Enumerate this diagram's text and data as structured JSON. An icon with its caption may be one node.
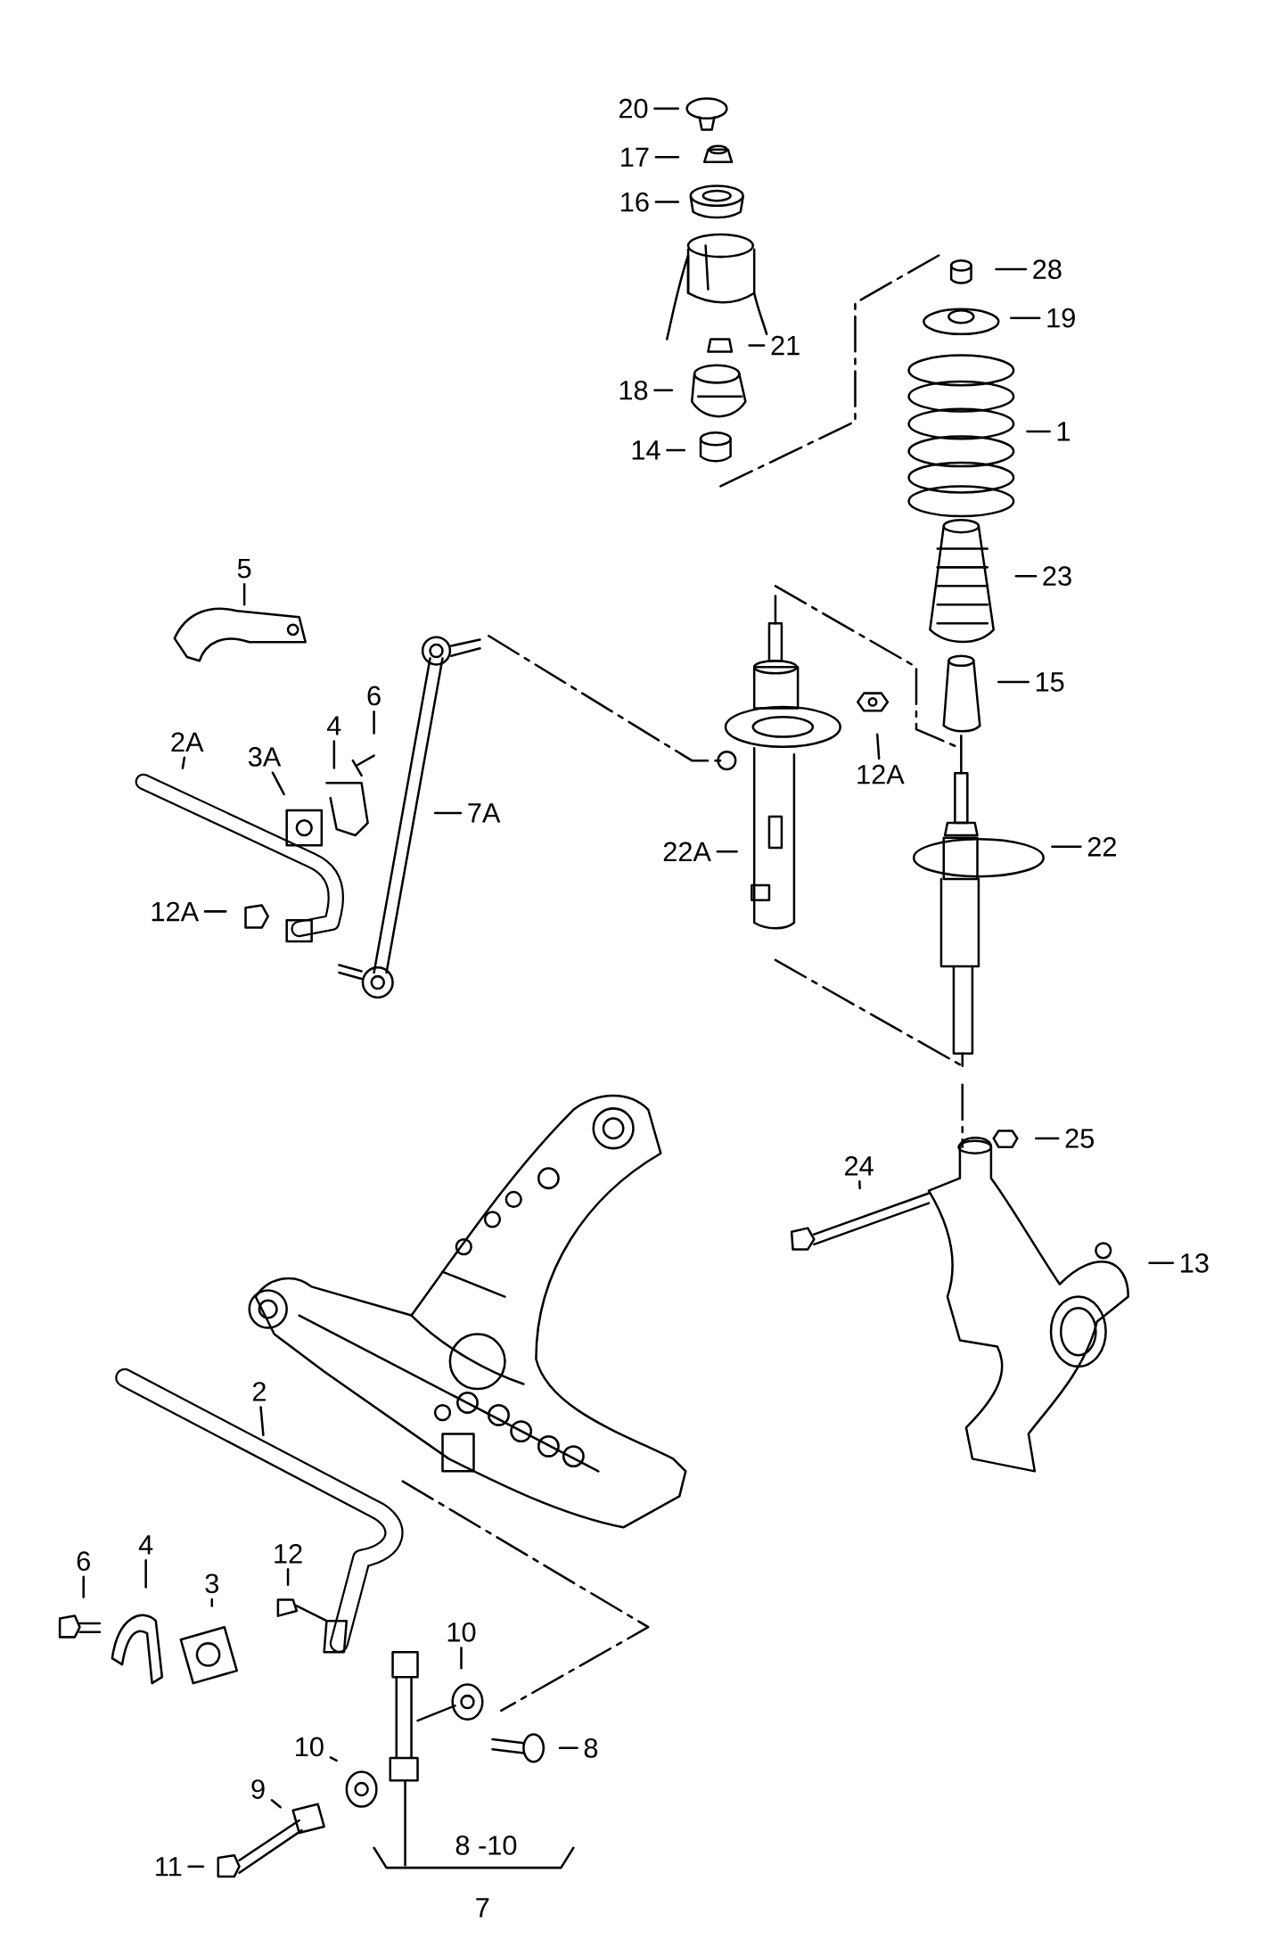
{
  "diagram": {
    "nodes": [
      {
        "text": [
          "20"
        ]
      },
      {
        "text": [
          "17"
        ]
      },
      {
        "text": [
          "16"
        ]
      },
      {
        "text": [
          "28"
        ]
      },
      {
        "text": [
          "19"
        ]
      },
      {
        "text": [
          "21"
        ]
      },
      {
        "text": [
          "18"
        ]
      },
      {
        "text": [
          "1"
        ]
      },
      {
        "text": [
          "14"
        ]
      },
      {
        "text": [
          "23"
        ]
      },
      {
        "text": [
          "5"
        ]
      },
      {
        "text": [
          "15"
        ]
      },
      {
        "text": [
          "6"
        ]
      },
      {
        "text": [
          "4"
        ]
      },
      {
        "text": [
          "2A"
        ]
      },
      {
        "text": [
          "3A"
        ]
      },
      {
        "text": [
          "12A"
        ]
      },
      {
        "text": [
          "7A"
        ]
      },
      {
        "text": [
          "22"
        ]
      },
      {
        "text": [
          "22A"
        ]
      },
      {
        "text": [
          "12A"
        ]
      },
      {
        "text": [
          "25"
        ]
      },
      {
        "text": [
          "24"
        ]
      },
      {
        "text": [
          "13"
        ]
      },
      {
        "text": [
          "2"
        ]
      },
      {
        "text": [
          "4"
        ]
      },
      {
        "text": [
          "12"
        ]
      },
      {
        "text": [
          "6"
        ]
      },
      {
        "text": [
          "3"
        ]
      },
      {
        "text": [
          "10"
        ]
      },
      {
        "text": [
          "10"
        ]
      },
      {
        "text": [
          "8"
        ]
      },
      {
        "text": [
          "9"
        ]
      },
      {
        "text": [
          "11"
        ]
      }
    ],
    "edges": [
      {
        "from": 0,
        "to": null,
        "arrow": "none"
      },
      {
        "from": 1,
        "to": null,
        "arrow": "none"
      },
      {
        "from": 2,
        "to": null,
        "arrow": "none"
      },
      {
        "from": 3,
        "to": null,
        "arrow": "none"
      },
      {
        "from": 4,
        "to": null,
        "arrow": "none"
      },
      {
        "from": 5,
        "to": null,
        "arrow": "none"
      },
      {
        "from": 6,
        "to": null,
        "arrow": "none"
      },
      {
        "from": 7,
        "to": null,
        "arrow": "none"
      },
      {
        "from": 8,
        "to": null,
        "arrow": "none"
      },
      {
        "from": 9,
        "to": null,
        "arrow": "none"
      },
      {
        "from": 10,
        "to": null,
        "arrow": "none"
      },
      {
        "from": 11,
        "to": null,
        "arrow": "none"
      },
      {
        "from": 12,
        "to": null,
        "arrow": "none"
      },
      {
        "from": 13,
        "to": null,
        "arrow": "none"
      },
      {
        "from": 14,
        "to": null,
        "arrow": "none"
      },
      {
        "from": 15,
        "to": null,
        "arrow": "none"
      },
      {
        "from": 16,
        "to": null,
        "arrow": "none"
      },
      {
        "from": 17,
        "to": null,
        "arrow": "none"
      },
      {
        "from": 18,
        "to": null,
        "arrow": "none"
      },
      {
        "from": 19,
        "to": null,
        "arrow": "none"
      },
      {
        "from": 20,
        "to": null,
        "arrow": "none"
      },
      {
        "from": 21,
        "to": null,
        "arrow": "none"
      },
      {
        "from": 22,
        "to": null,
        "arrow": "none"
      },
      {
        "from": 23,
        "to": null,
        "arrow": "none"
      },
      {
        "from": 24,
        "to": null,
        "arrow": "none"
      },
      {
        "from": 25,
        "to": null,
        "arrow": "none"
      },
      {
        "from": 26,
        "to": null,
        "arrow": "none"
      },
      {
        "from": 27,
        "to": null,
        "arrow": "none"
      },
      {
        "from": 28,
        "to": null,
        "arrow": "none"
      },
      {
        "from": 29,
        "to": null,
        "arrow": "none"
      },
      {
        "from": 30,
        "to": null,
        "arrow": "none"
      },
      {
        "from": 31,
        "to": null,
        "arrow": "none"
      },
      {
        "from": 32,
        "to": null,
        "arrow": "none"
      },
      {
        "from": 33,
        "to": null,
        "arrow": "none"
      }
    ],
    "labels": [
      "8 -10",
      "7"
    ]
  }
}
